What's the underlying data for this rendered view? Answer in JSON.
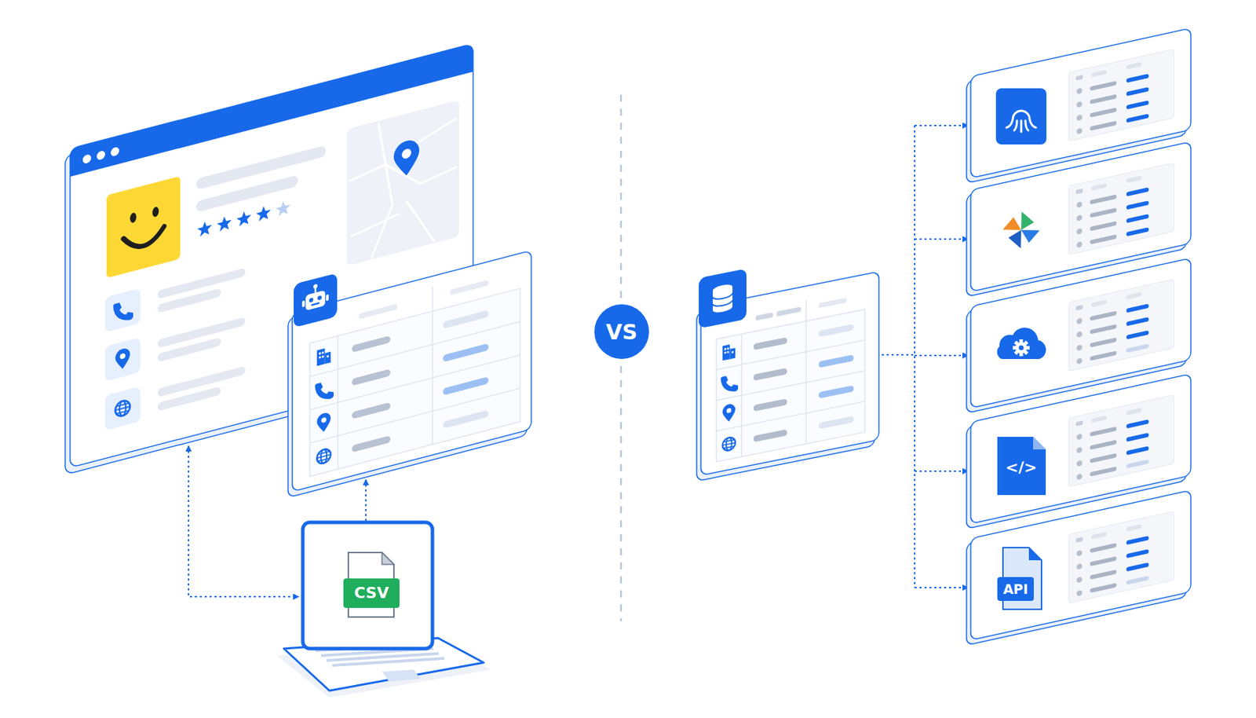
{
  "diagram": {
    "nodes": [
      {
        "text": [
          "VS"
        ]
      },
      {
        "text": [
          "CSV"
        ]
      },
      {
        "text": [
          "API"
        ]
      }
    ],
    "labels": [
      "</>"
    ]
  }
}
